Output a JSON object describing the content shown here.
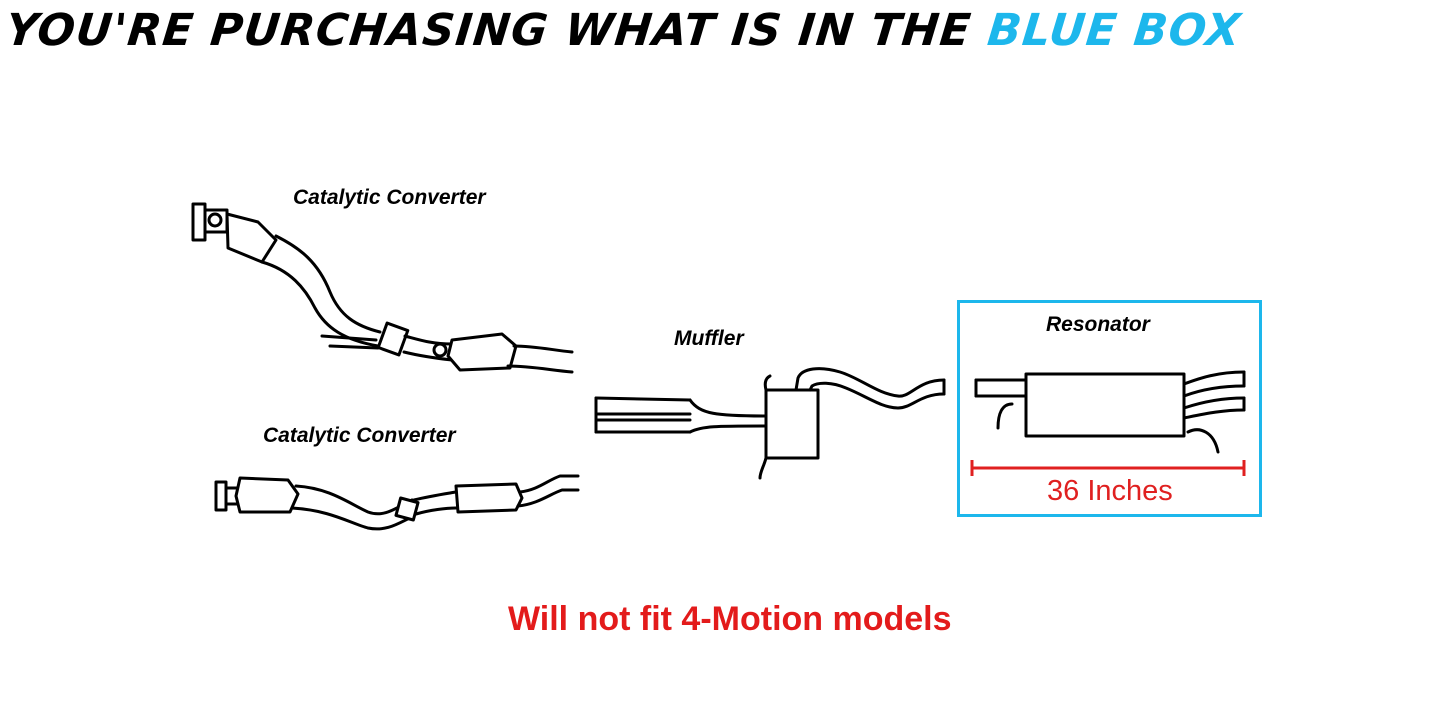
{
  "headline": {
    "prefix": "YOU'RE PURCHASING WHAT IS IN THE",
    "accent": "BLUE BOX"
  },
  "colors": {
    "accent": "#1db7ec",
    "measure": "#e02020",
    "warning": "#e31b1b"
  },
  "parts": {
    "cat_upper": "Catalytic Converter",
    "cat_lower": "Catalytic Converter",
    "muffler": "Muffler",
    "resonator": "Resonator"
  },
  "measurement": "36 Inches",
  "warning": "Will not fit 4-Motion models"
}
